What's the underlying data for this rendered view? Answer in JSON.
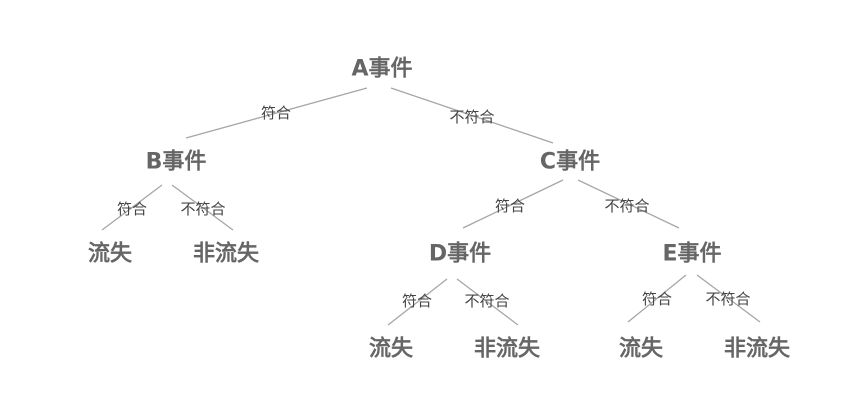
{
  "colors": {
    "node_text": "#666666",
    "edge_label": "#444444",
    "edge_line": "#a6a6a6",
    "background": "#ffffff"
  },
  "tree": {
    "label": "A事件",
    "yes": {
      "edge": "符合",
      "label": "B事件",
      "yes": {
        "edge": "符合",
        "label": "流失"
      },
      "no": {
        "edge": "不符合",
        "label": "非流失"
      }
    },
    "no": {
      "edge": "不符合",
      "label": "C事件",
      "yes": {
        "edge": "符合",
        "label": "D事件",
        "yes": {
          "edge": "符合",
          "label": "流失"
        },
        "no": {
          "edge": "不符合",
          "label": "非流失"
        }
      },
      "no": {
        "edge": "不符合",
        "label": "E事件",
        "yes": {
          "edge": "符合",
          "label": "流失"
        },
        "no": {
          "edge": "不符合",
          "label": "非流失"
        }
      }
    }
  }
}
